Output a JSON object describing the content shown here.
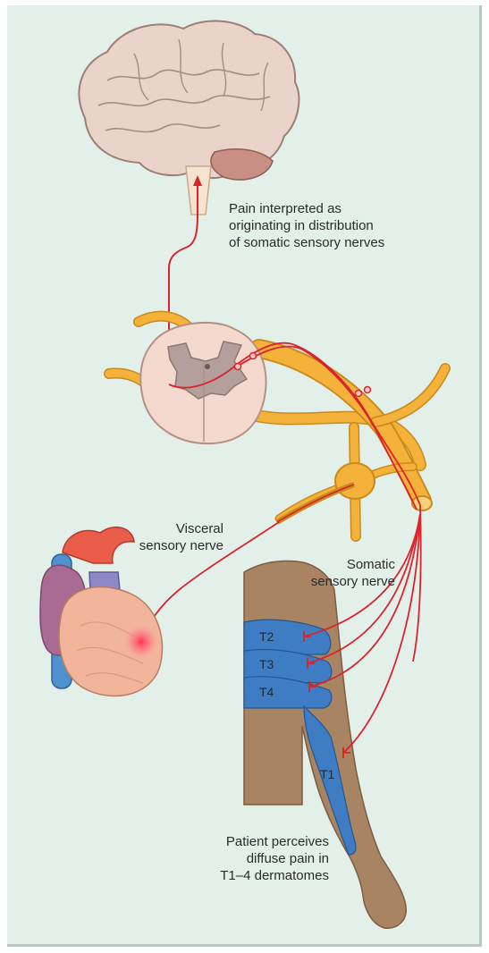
{
  "labels": {
    "brain_caption": [
      "Pain interpreted as",
      "originating in distribution",
      "of somatic sensory nerves"
    ],
    "visceral": [
      "Visceral",
      "sensory nerve"
    ],
    "somatic": [
      "Somatic",
      "sensory nerve"
    ],
    "patient": [
      "Patient perceives",
      "diffuse pain in",
      "T1–4 dermatomes"
    ]
  },
  "dermatomes": [
    "T2",
    "T3",
    "T4",
    "T1"
  ],
  "colors": {
    "background": "#e3f0ea",
    "nerve_red": "#d9242b",
    "nerve_yellow": "#f4b23a",
    "dermatome_blue": "#3e7cc4",
    "skin": "#a98463",
    "brain": "#e9d2c8",
    "heart": "#f2b49a"
  }
}
